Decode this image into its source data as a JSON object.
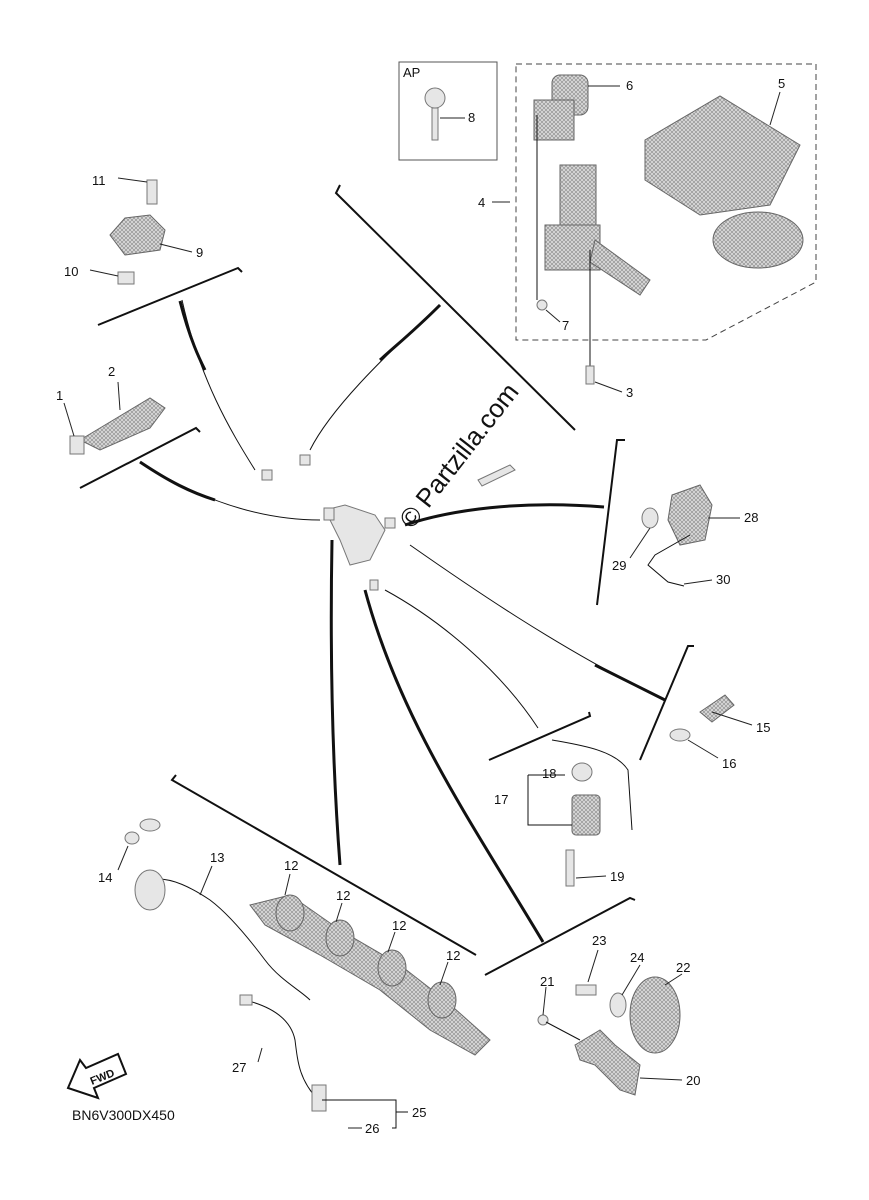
{
  "diagram_code": "BN6V300DX450",
  "watermark": "© Partzilla.com",
  "ap_box_label": "AP",
  "fwd_label": "FWD",
  "callouts": {
    "c1": "1",
    "c2": "2",
    "c3": "3",
    "c4": "4",
    "c5": "5",
    "c6": "6",
    "c7": "7",
    "c8": "8",
    "c9": "9",
    "c10": "10",
    "c11": "11",
    "c12a": "12",
    "c12b": "12",
    "c12c": "12",
    "c12d": "12",
    "c13": "13",
    "c14": "14",
    "c15": "15",
    "c16": "16",
    "c17": "17",
    "c18": "18",
    "c19": "19",
    "c20": "20",
    "c21": "21",
    "c22": "22",
    "c23": "23",
    "c24": "24",
    "c25": "25",
    "c26": "26",
    "c27": "27",
    "c28": "28",
    "c29": "29",
    "c30": "30"
  }
}
